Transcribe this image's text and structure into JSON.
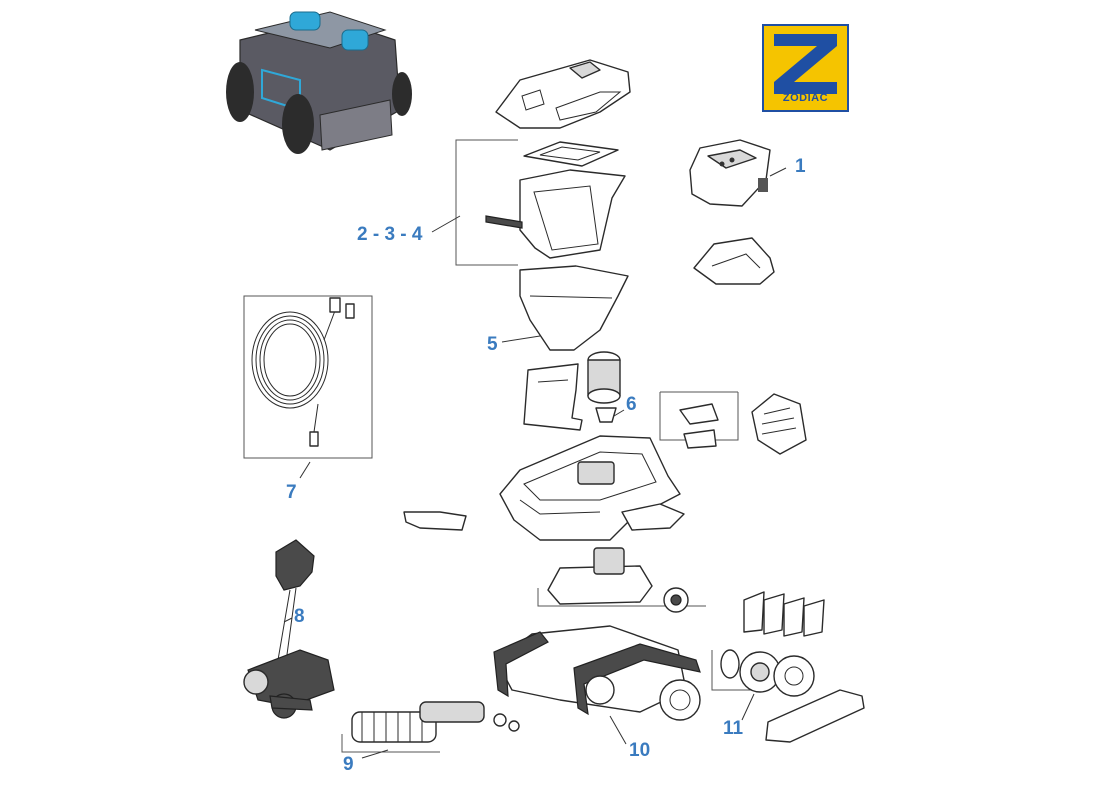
{
  "brand": {
    "logo_text": "ZODIAC",
    "colors": {
      "logo_yellow": "#f5c400",
      "logo_blue": "#1f4fa3",
      "callout_blue": "#3a7bbf",
      "robot_accent": "#2fa8d8"
    }
  },
  "callouts": {
    "c1": "1",
    "c234": "2 - 3 - 4",
    "c5": "5",
    "c6": "6",
    "c7": "7",
    "c8": "8",
    "c9": "9",
    "c10": "10",
    "c11": "11"
  }
}
